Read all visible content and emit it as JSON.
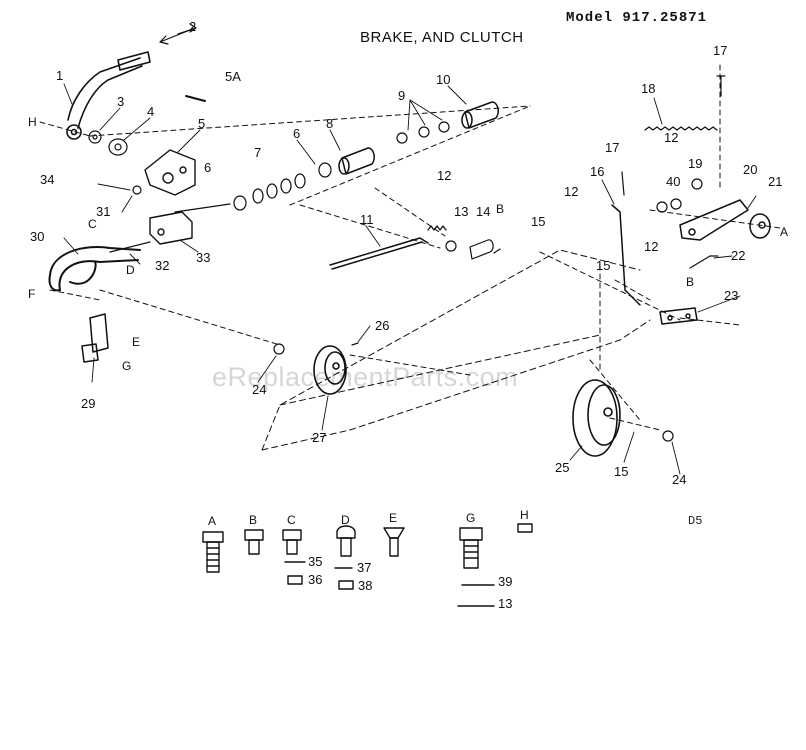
{
  "header": {
    "title": "BRAKE, AND CLUTCH",
    "model": "Model 917.25871"
  },
  "code": "D5",
  "watermark": "eReplacementParts.com",
  "part_callouts": [
    "1",
    "2",
    "3",
    "4",
    "5",
    "5A",
    "6",
    "6",
    "7",
    "8",
    "9",
    "10",
    "11",
    "12",
    "12",
    "12",
    "12",
    "13",
    "13",
    "14",
    "15",
    "15",
    "15",
    "16",
    "17",
    "17",
    "18",
    "19",
    "20",
    "21",
    "22",
    "23",
    "24",
    "24",
    "25",
    "26",
    "27",
    "29",
    "30",
    "31",
    "32",
    "33",
    "34",
    "35",
    "36",
    "37",
    "38",
    "39",
    "40"
  ],
  "reference_letters": [
    "A",
    "B",
    "C",
    "D",
    "E",
    "F",
    "G",
    "H"
  ],
  "hardware_legend": [
    {
      "letter": "A"
    },
    {
      "letter": "B"
    },
    {
      "letter": "C",
      "parts": [
        "35",
        "36"
      ]
    },
    {
      "letter": "D",
      "parts": [
        "37",
        "38"
      ]
    },
    {
      "letter": "E"
    },
    {
      "letter": "G",
      "parts": [
        "39",
        "13"
      ]
    },
    {
      "letter": "H"
    }
  ]
}
